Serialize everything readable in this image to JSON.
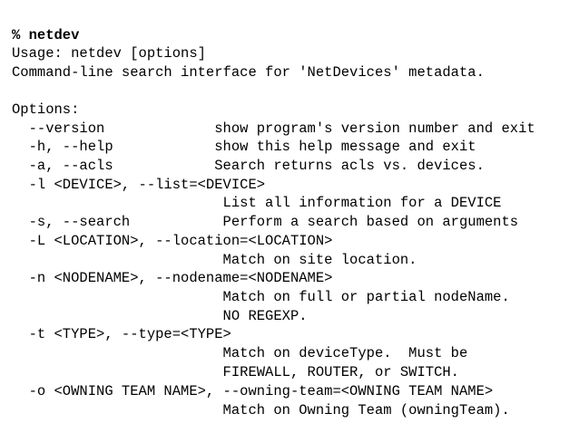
{
  "terminal": {
    "prompt_line": "% netdev",
    "usage_line": "Usage: netdev [options]",
    "description_line": "Command-line search interface for 'NetDevices' metadata.",
    "options_header": "Options:",
    "option_lines": [
      "  --version             show program's version number and exit",
      "  -h, --help            show this help message and exit",
      "  -a, --acls            Search returns acls vs. devices.",
      "  -l <DEVICE>, --list=<DEVICE>",
      "                         List all information for a DEVICE",
      "  -s, --search           Perform a search based on arguments",
      "  -L <LOCATION>, --location=<LOCATION>",
      "                         Match on site location.",
      "  -n <NODENAME>, --nodename=<NODENAME>",
      "                         Match on full or partial nodeName.",
      "                         NO REGEXP.",
      "  -t <TYPE>, --type=<TYPE>",
      "                         Match on deviceType.  Must be",
      "                         FIREWALL, ROUTER, or SWITCH.",
      "  -o <OWNING TEAM NAME>, --owning-team=<OWNING TEAM NAME>",
      "                         Match on Owning Team (owningTeam)."
    ]
  }
}
